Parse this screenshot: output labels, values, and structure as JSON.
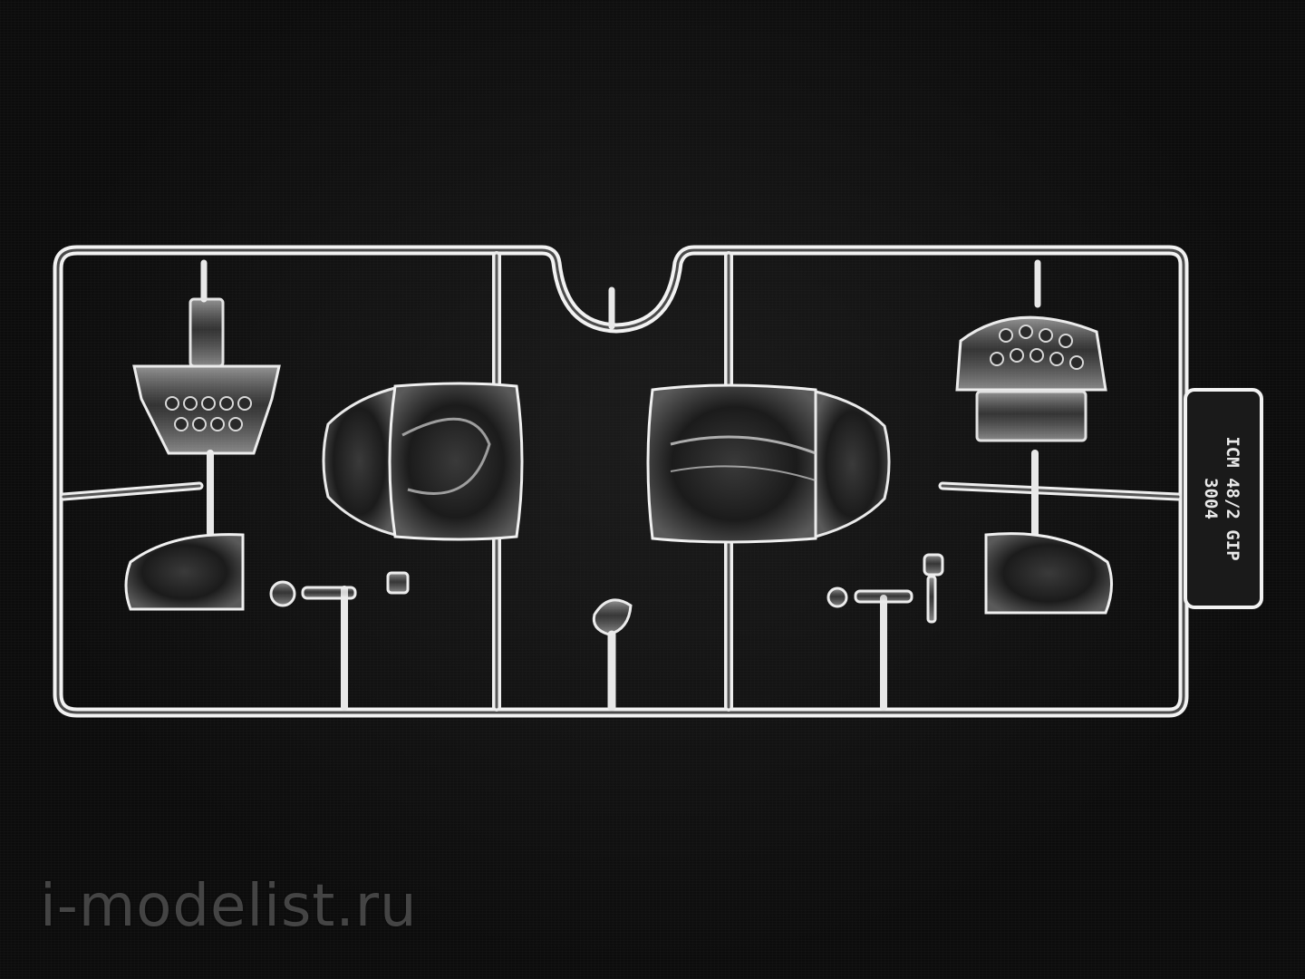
{
  "watermark": {
    "text": "i-modelist.ru"
  },
  "sprue": {
    "tab_line_1": "ICM 48/2 GIP",
    "tab_line_2": "3004"
  },
  "colors": {
    "background": "#0b0b0b",
    "plastic": "#e6e6e6",
    "watermark": "#787878"
  }
}
